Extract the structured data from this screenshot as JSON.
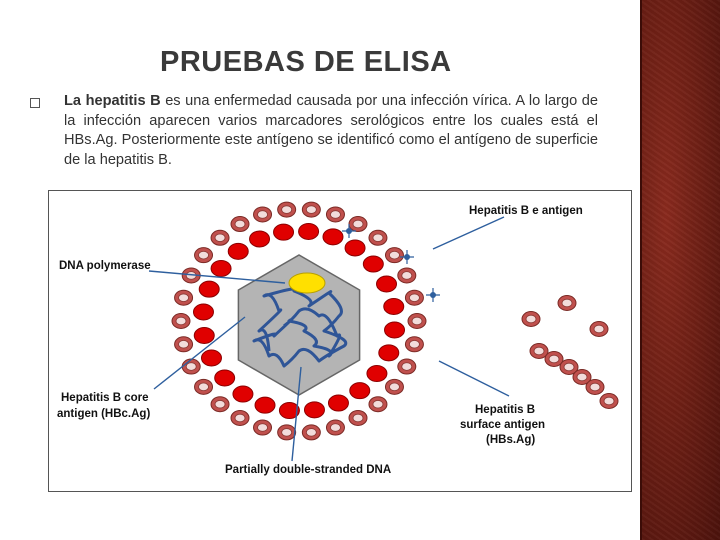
{
  "slide": {
    "title": "PRUEBAS DE ELISA",
    "paragraph": {
      "bold_lead": "La hepatitis B",
      "text": " es una enfermedad causada por una infección vírica. A lo largo de la infección aparecen varios marcadores serológicos entre los cuales está el HBs.Ag. Posteriormente este antígeno se identificó como el antígeno de superficie de la hepatitis B."
    }
  },
  "figure": {
    "labels": {
      "e_antigen": "Hepatitis B e antigen",
      "dna_polymerase": "DNA polymerase",
      "core_antigen_line1": "Hepatitis B core",
      "core_antigen_line2": "antigen (HBc.Ag)",
      "surface_antigen_line1": "Hepatitis B",
      "surface_antigen_line2": "surface antigen",
      "surface_antigen_line3": "(HBs.Ag)",
      "dna": "Partially double-stranded DNA"
    },
    "colors": {
      "outer_ring": "#c0504d",
      "surface_particle_fill": "#ffffff",
      "core_particle": "#e00000",
      "capsid": "#b4b4b4",
      "dna": "#2f5597",
      "polymerase": "#ffe000",
      "e_antigen_marker": "#2e5f9e"
    }
  }
}
